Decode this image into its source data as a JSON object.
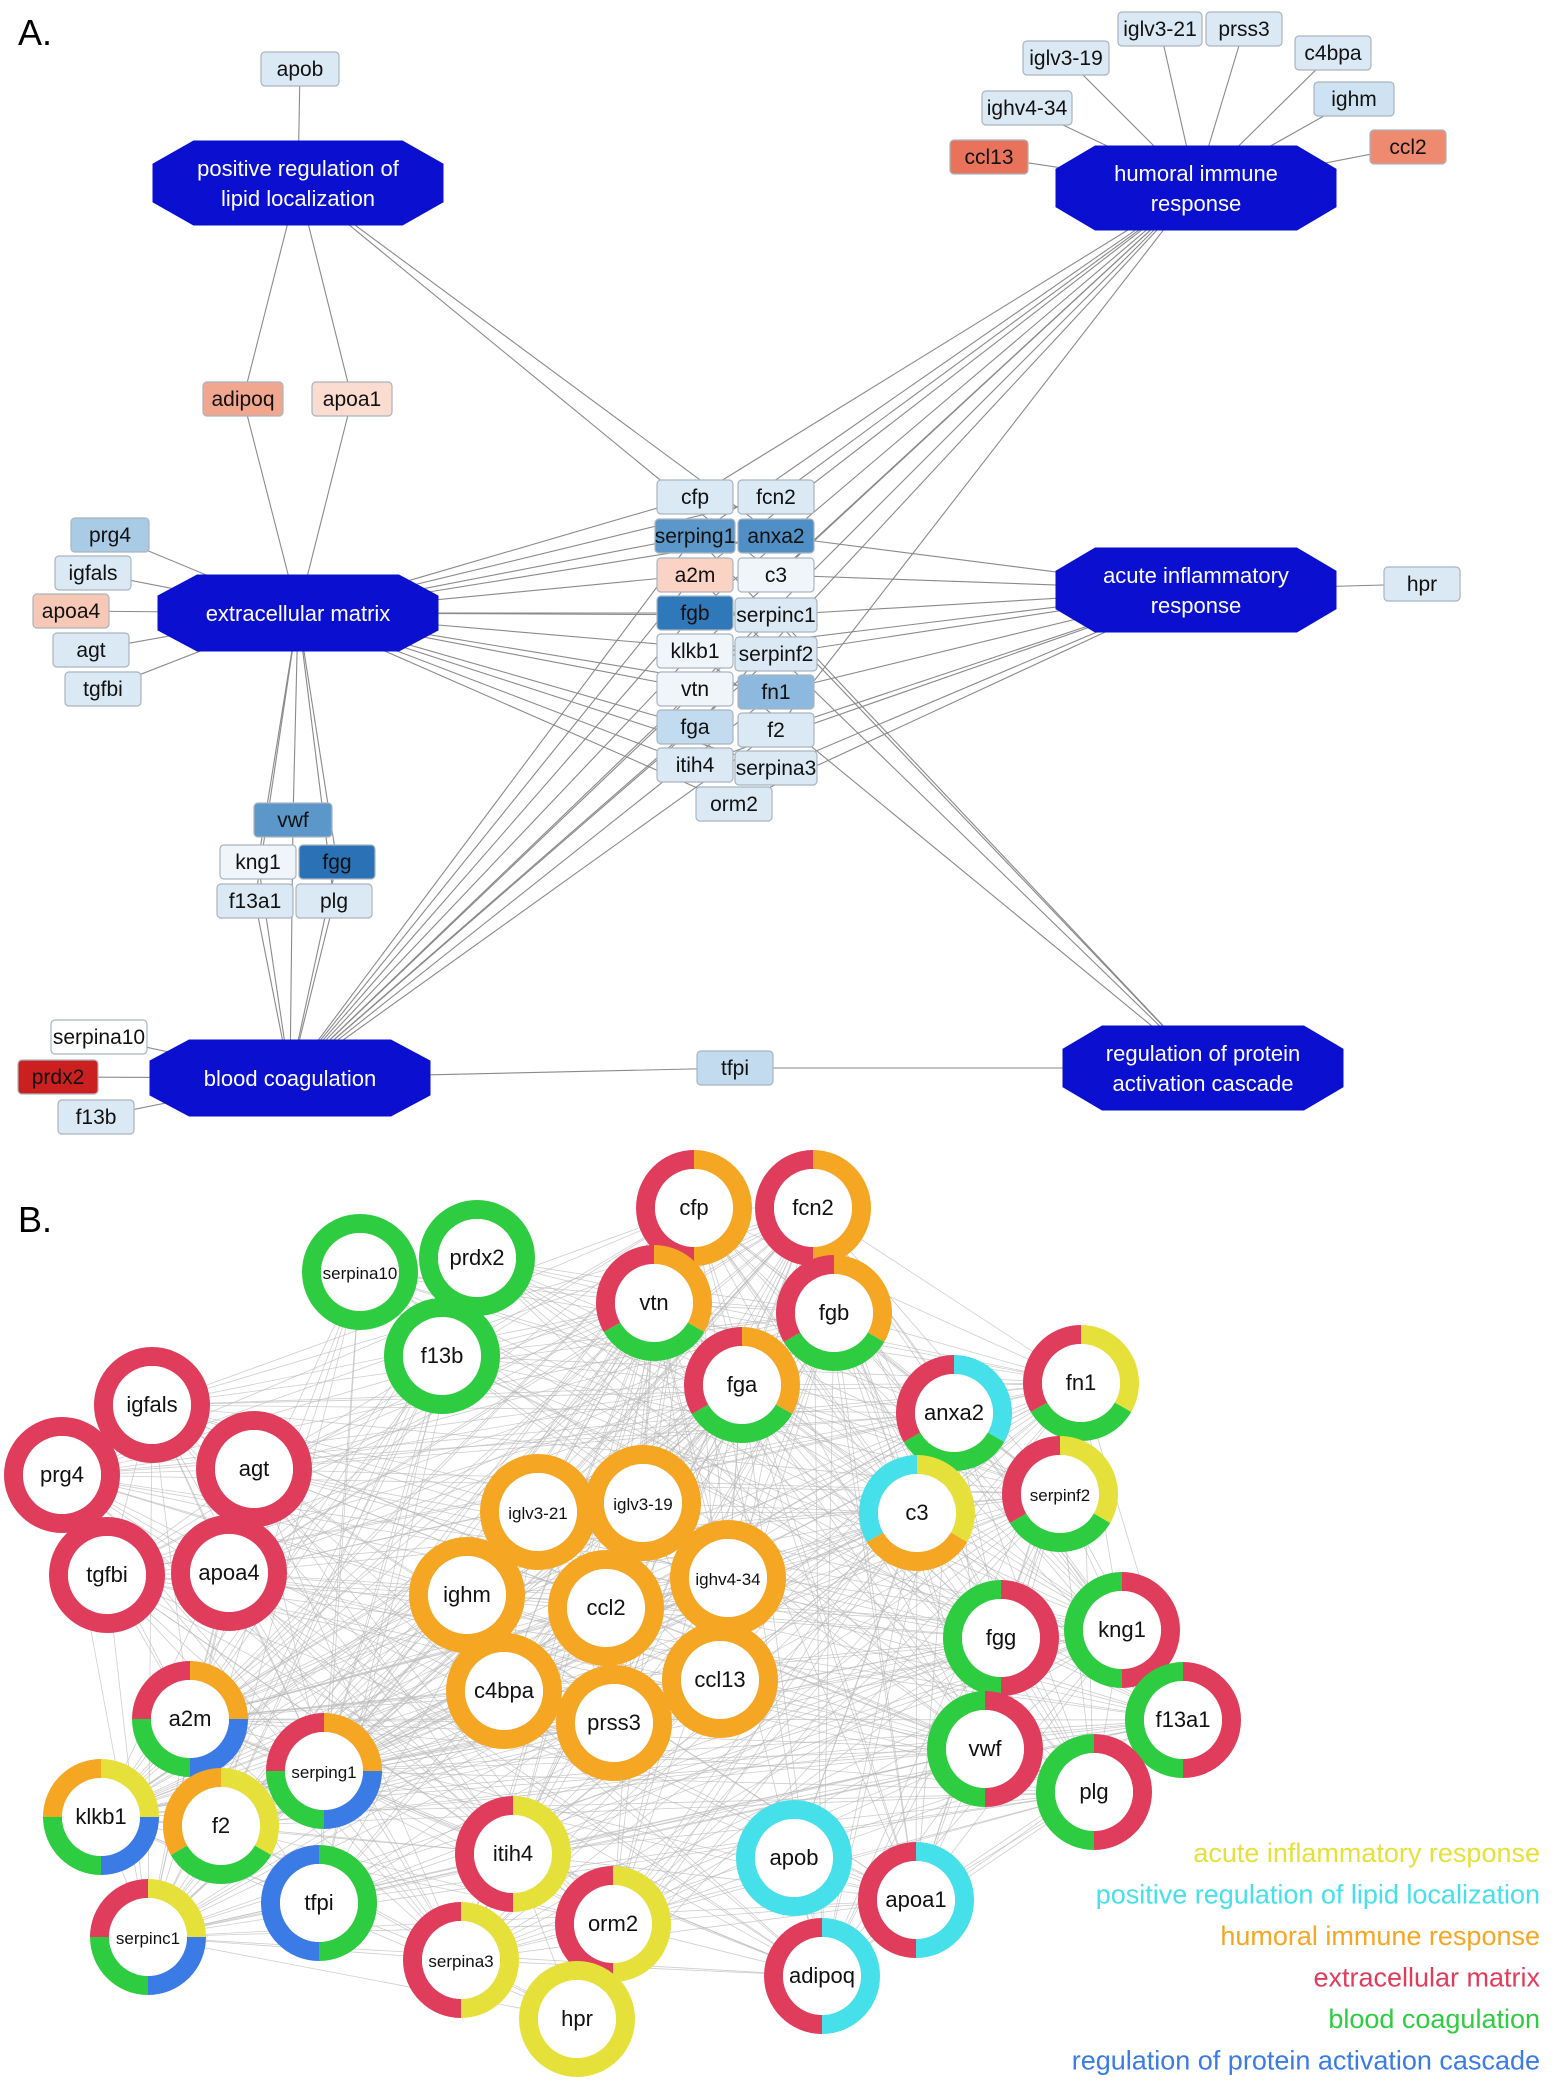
{
  "panelA": {
    "label": "A.",
    "terms": [
      {
        "id": "lipid",
        "text": [
          "positive regulation of",
          "lipid localization"
        ]
      },
      {
        "id": "humoral",
        "text": [
          "humoral immune",
          "response"
        ]
      },
      {
        "id": "ecm",
        "text": [
          "extracellular matrix"
        ]
      },
      {
        "id": "acute",
        "text": [
          "acute inflammatory",
          "response"
        ]
      },
      {
        "id": "coag",
        "text": [
          "blood coagulation"
        ]
      },
      {
        "id": "protact",
        "text": [
          "regulation of protein",
          "activation cascade"
        ]
      }
    ],
    "genes": [
      {
        "label": "apob",
        "color": "#dbe9f4",
        "terms": [
          "lipid"
        ]
      },
      {
        "label": "adipoq",
        "color": "#f1a68f",
        "terms": [
          "lipid",
          "ecm"
        ]
      },
      {
        "label": "apoa1",
        "color": "#fbdcd0",
        "terms": [
          "lipid",
          "ecm"
        ]
      },
      {
        "label": "iglv3-21",
        "color": "#dbe9f4",
        "terms": [
          "humoral"
        ]
      },
      {
        "label": "prss3",
        "color": "#dbe9f4",
        "terms": [
          "humoral"
        ]
      },
      {
        "label": "iglv3-19",
        "color": "#dbe9f4",
        "terms": [
          "humoral"
        ]
      },
      {
        "label": "c4bpa",
        "color": "#dbe9f4",
        "terms": [
          "humoral"
        ]
      },
      {
        "label": "ighv4-34",
        "color": "#dbe9f4",
        "terms": [
          "humoral"
        ]
      },
      {
        "label": "ighm",
        "color": "#cfe2f1",
        "terms": [
          "humoral"
        ]
      },
      {
        "label": "ccl13",
        "color": "#e9735a",
        "terms": [
          "humoral"
        ]
      },
      {
        "label": "ccl2",
        "color": "#ee8a70",
        "terms": [
          "humoral"
        ]
      },
      {
        "label": "prg4",
        "color": "#a9cbe6",
        "terms": [
          "ecm"
        ]
      },
      {
        "label": "igfals",
        "color": "#dbe9f4",
        "terms": [
          "ecm"
        ]
      },
      {
        "label": "apoa4",
        "color": "#f8c8b7",
        "terms": [
          "ecm"
        ]
      },
      {
        "label": "agt",
        "color": "#dbe9f4",
        "terms": [
          "ecm"
        ]
      },
      {
        "label": "tgfbi",
        "color": "#dbe9f4",
        "terms": [
          "ecm"
        ]
      },
      {
        "label": "hpr",
        "color": "#dbe9f4",
        "terms": [
          "acute"
        ]
      },
      {
        "label": "cfp",
        "color": "#dbe9f4",
        "terms": [
          "humoral",
          "ecm"
        ]
      },
      {
        "label": "fcn2",
        "color": "#dbe9f4",
        "terms": [
          "humoral",
          "ecm"
        ]
      },
      {
        "label": "serping1",
        "color": "#5b98c9",
        "terms": [
          "humoral",
          "ecm",
          "coag",
          "protact"
        ]
      },
      {
        "label": "anxa2",
        "color": "#4f8fc5",
        "terms": [
          "lipid",
          "ecm",
          "acute"
        ]
      },
      {
        "label": "a2m",
        "color": "#fbd3c4",
        "terms": [
          "humoral",
          "ecm",
          "coag",
          "protact"
        ]
      },
      {
        "label": "c3",
        "color": "#f0f5fa",
        "terms": [
          "lipid",
          "humoral",
          "acute"
        ]
      },
      {
        "label": "fgb",
        "color": "#2f79bb",
        "terms": [
          "humoral",
          "ecm",
          "coag"
        ]
      },
      {
        "label": "serpinc1",
        "color": "#dbe9f4",
        "terms": [
          "ecm",
          "acute",
          "coag",
          "protact"
        ]
      },
      {
        "label": "klkb1",
        "color": "#f0f5fa",
        "terms": [
          "humoral",
          "acute",
          "coag",
          "protact"
        ]
      },
      {
        "label": "serpinf2",
        "color": "#dbe9f4",
        "terms": [
          "ecm",
          "acute",
          "coag"
        ]
      },
      {
        "label": "vtn",
        "color": "#f0f5fa",
        "terms": [
          "humoral",
          "ecm",
          "coag"
        ]
      },
      {
        "label": "fn1",
        "color": "#8cb9dd",
        "terms": [
          "ecm",
          "acute",
          "coag"
        ]
      },
      {
        "label": "fga",
        "color": "#c3dbee",
        "terms": [
          "humoral",
          "ecm",
          "coag"
        ]
      },
      {
        "label": "f2",
        "color": "#dbe9f4",
        "terms": [
          "humoral",
          "acute",
          "coag"
        ]
      },
      {
        "label": "itih4",
        "color": "#dbe9f4",
        "terms": [
          "ecm",
          "acute"
        ]
      },
      {
        "label": "serpina3",
        "color": "#dbe9f4",
        "terms": [
          "ecm",
          "acute"
        ]
      },
      {
        "label": "orm2",
        "color": "#dbe9f4",
        "terms": [
          "ecm",
          "acute"
        ]
      },
      {
        "label": "vwf",
        "color": "#5b98c9",
        "terms": [
          "ecm",
          "coag"
        ]
      },
      {
        "label": "kng1",
        "color": "#f0f5fa",
        "terms": [
          "ecm",
          "coag"
        ]
      },
      {
        "label": "fgg",
        "color": "#2a72b5",
        "terms": [
          "ecm",
          "coag"
        ]
      },
      {
        "label": "f13a1",
        "color": "#dbe9f4",
        "terms": [
          "ecm",
          "coag"
        ]
      },
      {
        "label": "plg",
        "color": "#dbe9f4",
        "terms": [
          "ecm",
          "coag"
        ]
      },
      {
        "label": "serpina10",
        "color": "#ffffff",
        "terms": [
          "coag"
        ]
      },
      {
        "label": "prdx2",
        "color": "#cc1f1f",
        "terms": [
          "coag"
        ]
      },
      {
        "label": "f13b",
        "color": "#dbe9f4",
        "terms": [
          "coag"
        ]
      },
      {
        "label": "tfpi",
        "color": "#c3dbee",
        "terms": [
          "coag",
          "protact"
        ]
      }
    ]
  },
  "panelB": {
    "label": "B.",
    "legend": [
      {
        "text": "acute inflammatory response",
        "color": "#e6e13a"
      },
      {
        "text": "positive regulation of lipid localization",
        "color": "#45e0ea"
      },
      {
        "text": "humoral immune response",
        "color": "#f5a623"
      },
      {
        "text": "extracellular matrix",
        "color": "#e03c5c"
      },
      {
        "text": "blood coagulation",
        "color": "#2ecc40"
      },
      {
        "text": "regulation of protein activation cascade",
        "color": "#3b7be6"
      }
    ],
    "nodes": [
      {
        "label": "cfp",
        "colors": [
          "#f5a623",
          "#e03c5c"
        ]
      },
      {
        "label": "fcn2",
        "colors": [
          "#f5a623",
          "#e03c5c"
        ]
      },
      {
        "label": "serpina10",
        "colors": [
          "#2ecc40"
        ]
      },
      {
        "label": "prdx2",
        "colors": [
          "#2ecc40"
        ]
      },
      {
        "label": "vtn",
        "colors": [
          "#f5a623",
          "#2ecc40",
          "#e03c5c"
        ]
      },
      {
        "label": "fgb",
        "colors": [
          "#f5a623",
          "#2ecc40",
          "#e03c5c"
        ]
      },
      {
        "label": "f13b",
        "colors": [
          "#2ecc40"
        ]
      },
      {
        "label": "fga",
        "colors": [
          "#f5a623",
          "#2ecc40",
          "#e03c5c"
        ]
      },
      {
        "label": "anxa2",
        "colors": [
          "#45e0ea",
          "#2ecc40",
          "#e03c5c"
        ]
      },
      {
        "label": "fn1",
        "colors": [
          "#e6e13a",
          "#2ecc40",
          "#e03c5c"
        ]
      },
      {
        "label": "igfals",
        "colors": [
          "#e03c5c"
        ]
      },
      {
        "label": "prg4",
        "colors": [
          "#e03c5c"
        ]
      },
      {
        "label": "agt",
        "colors": [
          "#e03c5c"
        ]
      },
      {
        "label": "iglv3-21",
        "colors": [
          "#f5a623"
        ]
      },
      {
        "label": "iglv3-19",
        "colors": [
          "#f5a623"
        ]
      },
      {
        "label": "c3",
        "colors": [
          "#e6e13a",
          "#f5a623",
          "#45e0ea"
        ]
      },
      {
        "label": "serpinf2",
        "colors": [
          "#e6e13a",
          "#2ecc40",
          "#e03c5c"
        ]
      },
      {
        "label": "tgfbi",
        "colors": [
          "#e03c5c"
        ]
      },
      {
        "label": "apoa4",
        "colors": [
          "#e03c5c"
        ]
      },
      {
        "label": "ighm",
        "colors": [
          "#f5a623"
        ]
      },
      {
        "label": "ccl2",
        "colors": [
          "#f5a623"
        ]
      },
      {
        "label": "ighv4-34",
        "colors": [
          "#f5a623"
        ]
      },
      {
        "label": "fgg",
        "colors": [
          "#e03c5c",
          "#2ecc40"
        ]
      },
      {
        "label": "kng1",
        "colors": [
          "#e03c5c",
          "#2ecc40"
        ]
      },
      {
        "label": "c4bpa",
        "colors": [
          "#f5a623"
        ]
      },
      {
        "label": "ccl13",
        "colors": [
          "#f5a623"
        ]
      },
      {
        "label": "prss3",
        "colors": [
          "#f5a623"
        ]
      },
      {
        "label": "a2m",
        "colors": [
          "#f5a623",
          "#3b7be6",
          "#2ecc40",
          "#e03c5c"
        ]
      },
      {
        "label": "f13a1",
        "colors": [
          "#e03c5c",
          "#2ecc40"
        ]
      },
      {
        "label": "vwf",
        "colors": [
          "#e03c5c",
          "#2ecc40"
        ]
      },
      {
        "label": "serping1",
        "colors": [
          "#f5a623",
          "#3b7be6",
          "#2ecc40",
          "#e03c5c"
        ]
      },
      {
        "label": "plg",
        "colors": [
          "#e03c5c",
          "#2ecc40"
        ]
      },
      {
        "label": "klkb1",
        "colors": [
          "#e6e13a",
          "#3b7be6",
          "#2ecc40",
          "#f5a623"
        ]
      },
      {
        "label": "f2",
        "colors": [
          "#e6e13a",
          "#2ecc40",
          "#f5a623"
        ]
      },
      {
        "label": "itih4",
        "colors": [
          "#e6e13a",
          "#e03c5c"
        ]
      },
      {
        "label": "apob",
        "colors": [
          "#45e0ea"
        ]
      },
      {
        "label": "tfpi",
        "colors": [
          "#2ecc40",
          "#3b7be6"
        ]
      },
      {
        "label": "apoa1",
        "colors": [
          "#45e0ea",
          "#e03c5c"
        ]
      },
      {
        "label": "orm2",
        "colors": [
          "#e6e13a",
          "#e03c5c"
        ]
      },
      {
        "label": "serpinc1",
        "colors": [
          "#e6e13a",
          "#3b7be6",
          "#2ecc40",
          "#e03c5c"
        ]
      },
      {
        "label": "serpina3",
        "colors": [
          "#e6e13a",
          "#e03c5c"
        ]
      },
      {
        "label": "adipoq",
        "colors": [
          "#45e0ea",
          "#e03c5c"
        ]
      },
      {
        "label": "hpr",
        "colors": [
          "#e6e13a"
        ]
      }
    ]
  }
}
